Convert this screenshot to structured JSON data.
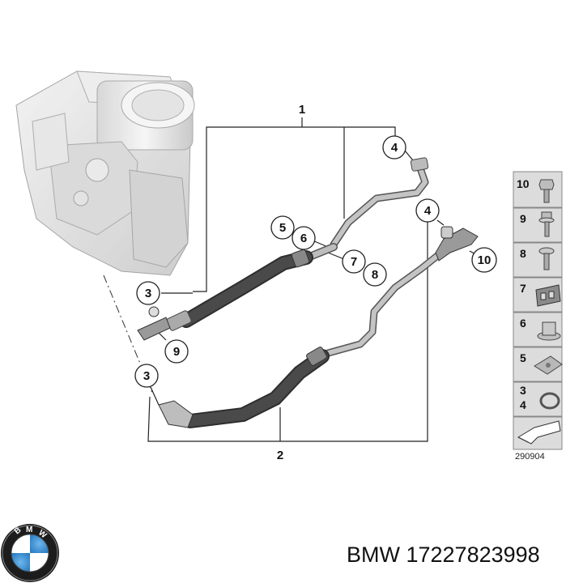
{
  "callouts": {
    "c1": "1",
    "c2": "2",
    "c3a": "3",
    "c3b": "3",
    "c4a": "4",
    "c4b": "4",
    "c5": "5",
    "c6": "6",
    "c7": "7",
    "c8": "8",
    "c9": "9",
    "c10": "10"
  },
  "legend": {
    "items": [
      "10",
      "9",
      "8",
      "7",
      "6",
      "5",
      "3",
      "4"
    ]
  },
  "diagram_code": "290904",
  "brand": {
    "name": "BMW"
  },
  "caption": "BMW 17227823998",
  "colors": {
    "hose_dark": "#4a4a4a",
    "pipe_grey": "#b5b5b5",
    "line": "#222222",
    "legend_bg": "#dcdcdc"
  }
}
